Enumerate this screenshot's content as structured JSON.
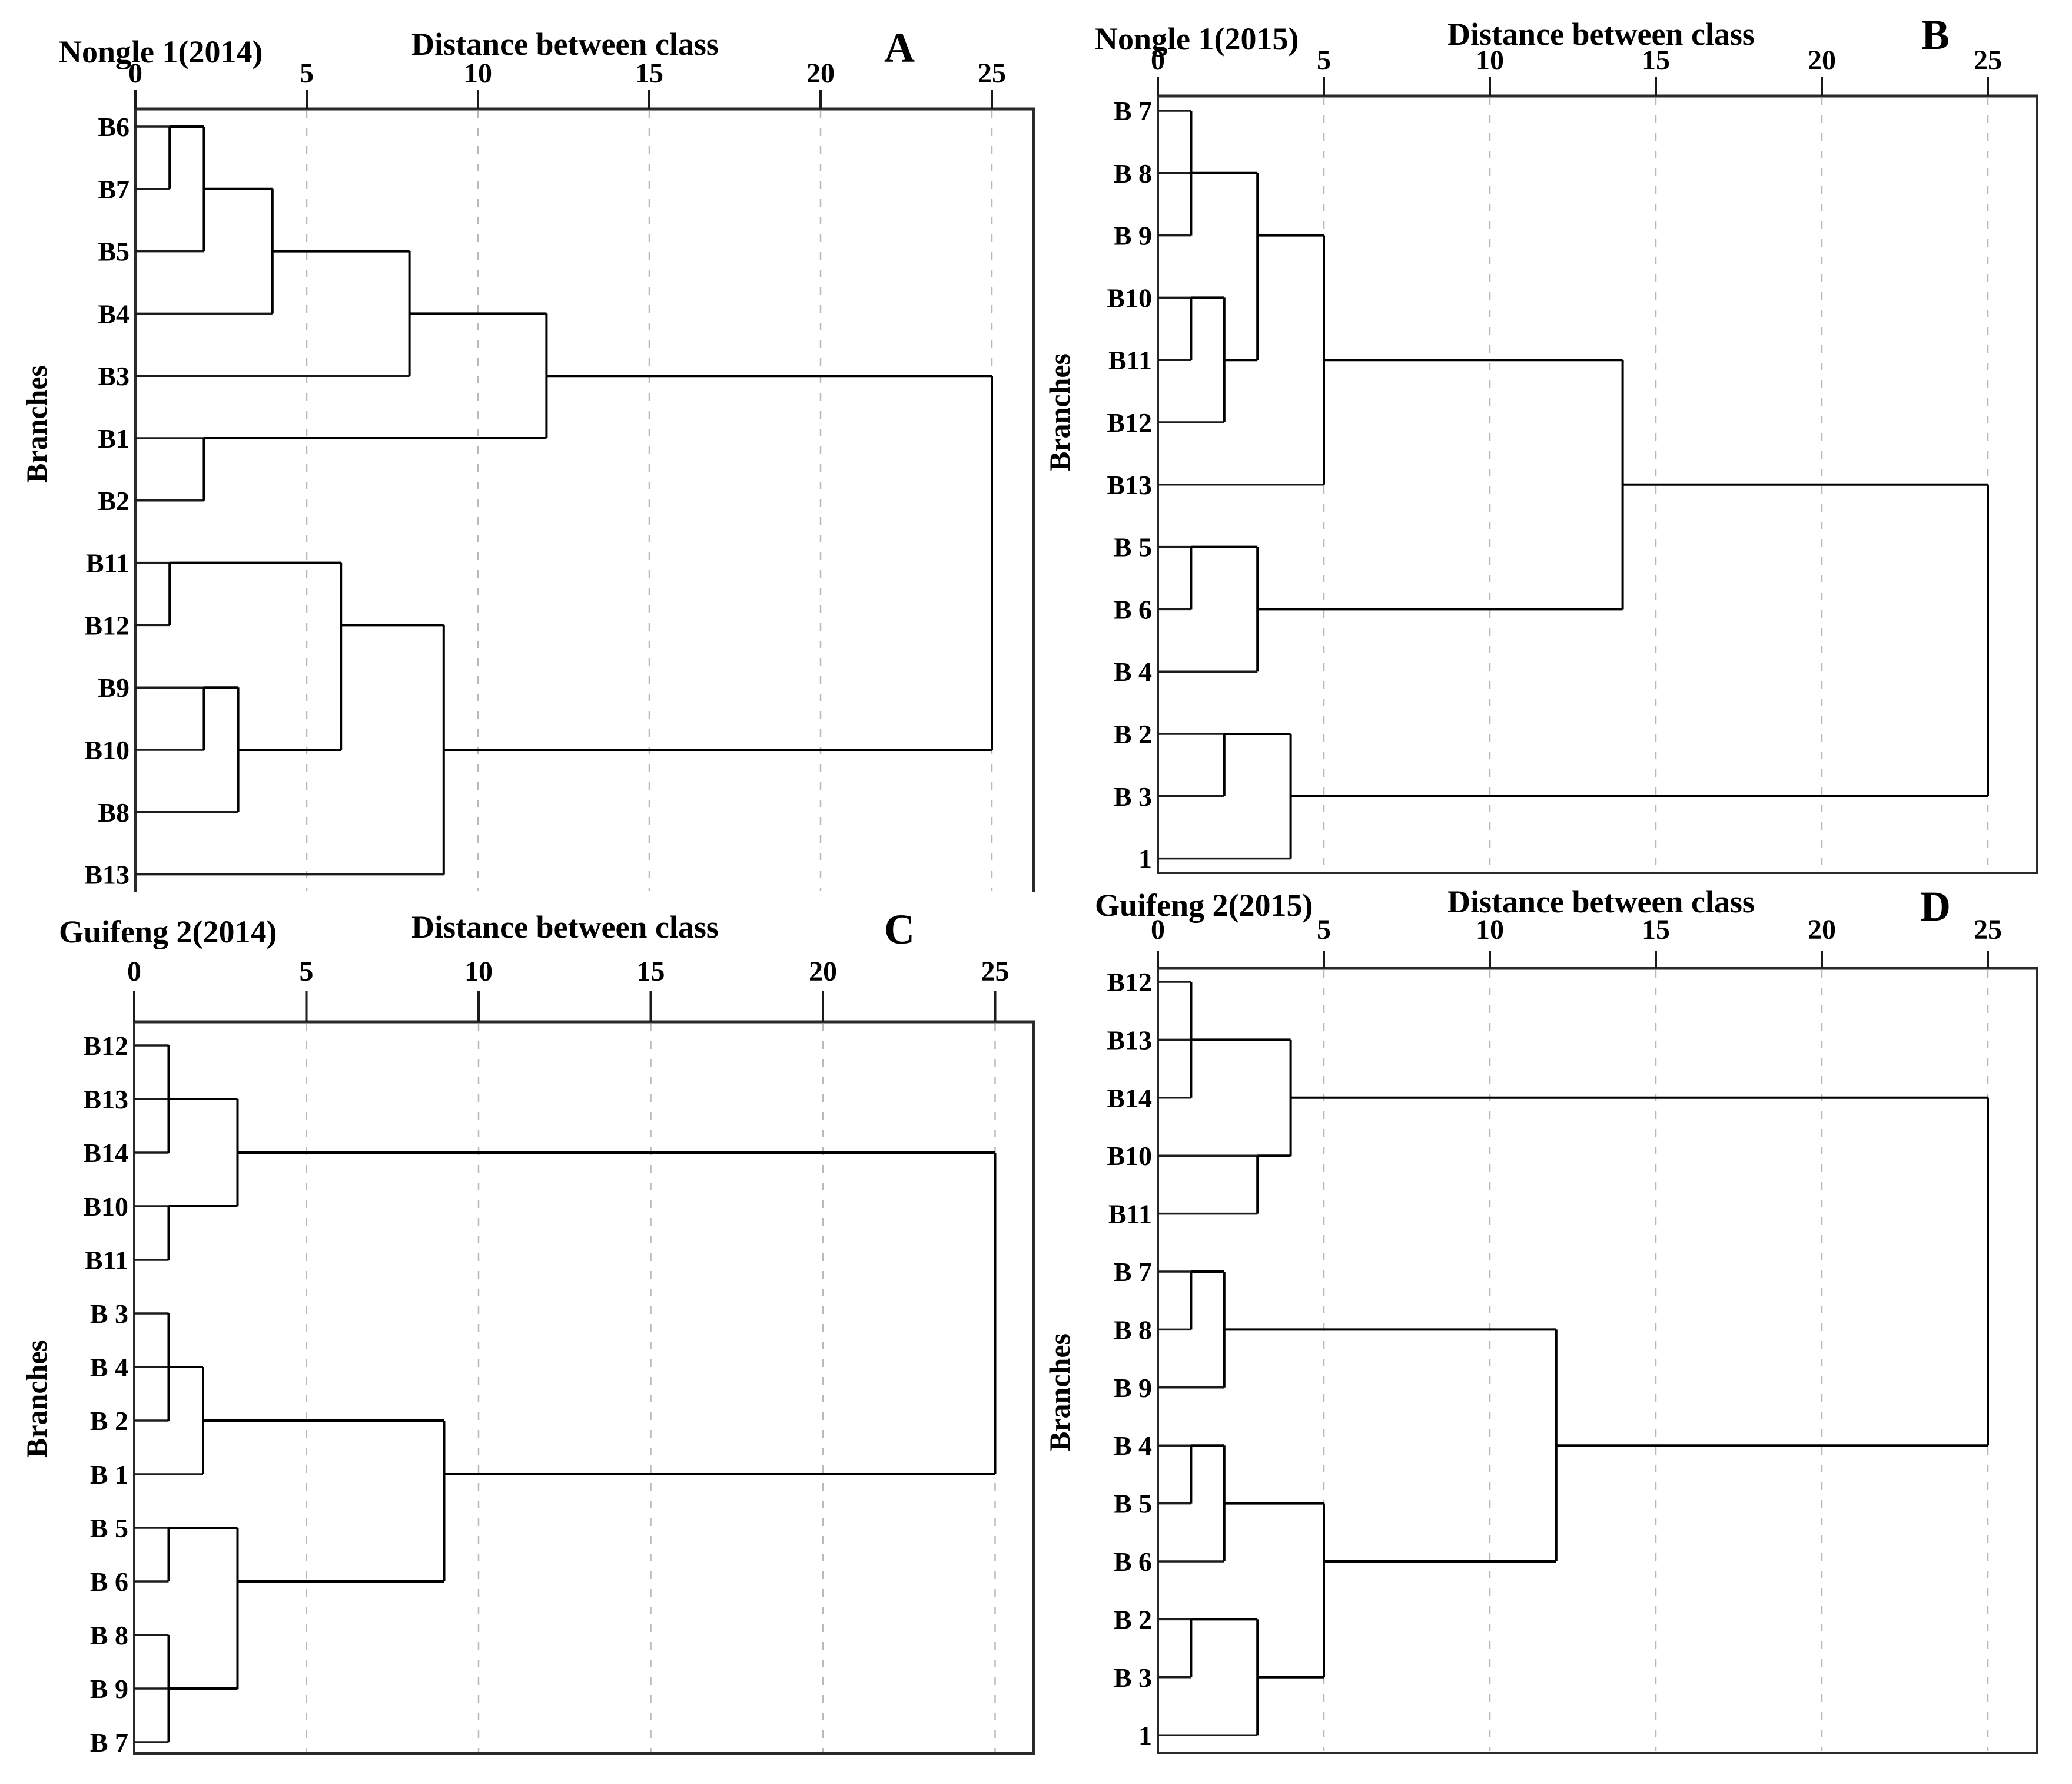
{
  "figure": {
    "background": "#ffffff",
    "line_color": "#000000",
    "grid_color": "#b9b9b9"
  },
  "chart_data": [
    {
      "id": "A",
      "type": "dendrogram",
      "orientation": "horizontal",
      "title": "Nongle 1(2014)",
      "xlabel": "Distance between class",
      "ylabel": "Branches",
      "panel_letter": "A",
      "axis": {
        "ticks": [
          0,
          5,
          10,
          15,
          20,
          25
        ],
        "range": [
          0,
          25
        ],
        "grid": "dashed-vertical"
      },
      "leaves": [
        "B6",
        "B7",
        "B5",
        "B4",
        "B3",
        "B1",
        "B2",
        "B11",
        "B12",
        "B9",
        "B10",
        "B8",
        "B13"
      ],
      "merges": [
        {
          "a": 0,
          "b": 1,
          "d": 1,
          "out": 0
        },
        {
          "a": 13,
          "b": 2,
          "d": 2,
          "out": 1
        },
        {
          "a": 14,
          "b": 3,
          "d": 4,
          "out": 2
        },
        {
          "a": 15,
          "b": 4,
          "d": 8,
          "out": 3
        },
        {
          "a": 5,
          "b": 6,
          "d": 2,
          "out": 5
        },
        {
          "a": 16,
          "b": 17,
          "d": 12,
          "out": 4
        },
        {
          "a": 7,
          "b": 8,
          "d": 1,
          "out": 7
        },
        {
          "a": 9,
          "b": 10,
          "d": 2,
          "out": 9
        },
        {
          "a": 20,
          "b": 11,
          "d": 3,
          "out": 10
        },
        {
          "a": 19,
          "b": 21,
          "d": 6,
          "out": 8
        },
        {
          "a": 22,
          "b": 12,
          "d": 9,
          "out": 10
        },
        {
          "a": 18,
          "b": 23,
          "d": 25,
          "out": null
        }
      ]
    },
    {
      "id": "B",
      "type": "dendrogram",
      "orientation": "horizontal",
      "title": "Nongle 1(2015)",
      "xlabel": "Distance between class",
      "ylabel": "Branches",
      "panel_letter": "B",
      "axis": {
        "ticks": [
          0,
          5,
          10,
          15,
          20,
          25
        ],
        "range": [
          0,
          25
        ],
        "grid": "dashed-vertical"
      },
      "leaves": [
        "B 7",
        "B 8",
        "B 9",
        "B10",
        "B11",
        "B12",
        "B13",
        "B 5",
        "B 6",
        "B 4",
        "B 2",
        "B 3",
        "1"
      ],
      "merges": [
        {
          "a": 0,
          "b": 1,
          "d": 1,
          "out": 0
        },
        {
          "a": 13,
          "b": 2,
          "d": 1,
          "out": 1
        },
        {
          "a": 3,
          "b": 4,
          "d": 1,
          "out": 3
        },
        {
          "a": 15,
          "b": 5,
          "d": 2,
          "out": 4
        },
        {
          "a": 14,
          "b": 16,
          "d": 3,
          "out": 2
        },
        {
          "a": 17,
          "b": 6,
          "d": 5,
          "out": 4
        },
        {
          "a": 7,
          "b": 8,
          "d": 1,
          "out": 7
        },
        {
          "a": 19,
          "b": 9,
          "d": 3,
          "out": 8
        },
        {
          "a": 18,
          "b": 20,
          "d": 14,
          "out": 6
        },
        {
          "a": 10,
          "b": 11,
          "d": 2,
          "out": 10
        },
        {
          "a": 22,
          "b": 12,
          "d": 4,
          "out": 11
        },
        {
          "a": 21,
          "b": 23,
          "d": 25,
          "out": null
        }
      ]
    },
    {
      "id": "C",
      "type": "dendrogram",
      "orientation": "horizontal",
      "title": "Guifeng 2(2014)",
      "xlabel": "Distance between class",
      "ylabel": "Branches",
      "panel_letter": "C",
      "axis": {
        "ticks": [
          0,
          5,
          10,
          15,
          20,
          25
        ],
        "range": [
          0,
          25
        ],
        "grid": "dashed-vertical"
      },
      "leaves": [
        "B12",
        "B13",
        "B14",
        "B10",
        "B11",
        "B 3",
        "B 4",
        "B 2",
        "B 1",
        "B 5",
        "B 6",
        "B 8",
        "B 9",
        "B 7"
      ],
      "merges": [
        {
          "a": 0,
          "b": 1,
          "d": 1,
          "out": 0
        },
        {
          "a": 14,
          "b": 2,
          "d": 1,
          "out": 1
        },
        {
          "a": 3,
          "b": 4,
          "d": 1,
          "out": 3
        },
        {
          "a": 15,
          "b": 16,
          "d": 3,
          "out": 2
        },
        {
          "a": 5,
          "b": 6,
          "d": 1,
          "out": 5
        },
        {
          "a": 18,
          "b": 7,
          "d": 1,
          "out": 6
        },
        {
          "a": 19,
          "b": 8,
          "d": 2,
          "out": 7
        },
        {
          "a": 9,
          "b": 10,
          "d": 1,
          "out": 9
        },
        {
          "a": 11,
          "b": 12,
          "d": 1,
          "out": 11
        },
        {
          "a": 22,
          "b": 13,
          "d": 1,
          "out": 12
        },
        {
          "a": 21,
          "b": 23,
          "d": 3,
          "out": 10
        },
        {
          "a": 20,
          "b": 24,
          "d": 9,
          "out": 8
        },
        {
          "a": 17,
          "b": 25,
          "d": 25,
          "out": null
        }
      ]
    },
    {
      "id": "D",
      "type": "dendrogram",
      "orientation": "horizontal",
      "title": "Guifeng 2(2015)",
      "xlabel": "Distance between class",
      "ylabel": "Branches",
      "panel_letter": "D",
      "axis": {
        "ticks": [
          0,
          5,
          10,
          15,
          20,
          25
        ],
        "range": [
          0,
          25
        ],
        "grid": "dashed-vertical"
      },
      "leaves": [
        "B12",
        "B13",
        "B14",
        "B10",
        "B11",
        "B 7",
        "B 8",
        "B 9",
        "B 4",
        "B 5",
        "B 6",
        "B 2",
        "B 3",
        "1"
      ],
      "merges": [
        {
          "a": 0,
          "b": 1,
          "d": 1,
          "out": 0
        },
        {
          "a": 14,
          "b": 2,
          "d": 1,
          "out": 1
        },
        {
          "a": 3,
          "b": 4,
          "d": 3,
          "out": 3
        },
        {
          "a": 15,
          "b": 16,
          "d": 4,
          "out": 2
        },
        {
          "a": 5,
          "b": 6,
          "d": 1,
          "out": 5
        },
        {
          "a": 18,
          "b": 7,
          "d": 2,
          "out": 6
        },
        {
          "a": 8,
          "b": 9,
          "d": 1,
          "out": 8
        },
        {
          "a": 20,
          "b": 10,
          "d": 2,
          "out": 9
        },
        {
          "a": 11,
          "b": 12,
          "d": 1,
          "out": 11
        },
        {
          "a": 22,
          "b": 13,
          "d": 3,
          "out": 12
        },
        {
          "a": 21,
          "b": 23,
          "d": 5,
          "out": 10
        },
        {
          "a": 19,
          "b": 24,
          "d": 12,
          "out": 8
        },
        {
          "a": 17,
          "b": 25,
          "d": 25,
          "out": null
        }
      ]
    }
  ]
}
